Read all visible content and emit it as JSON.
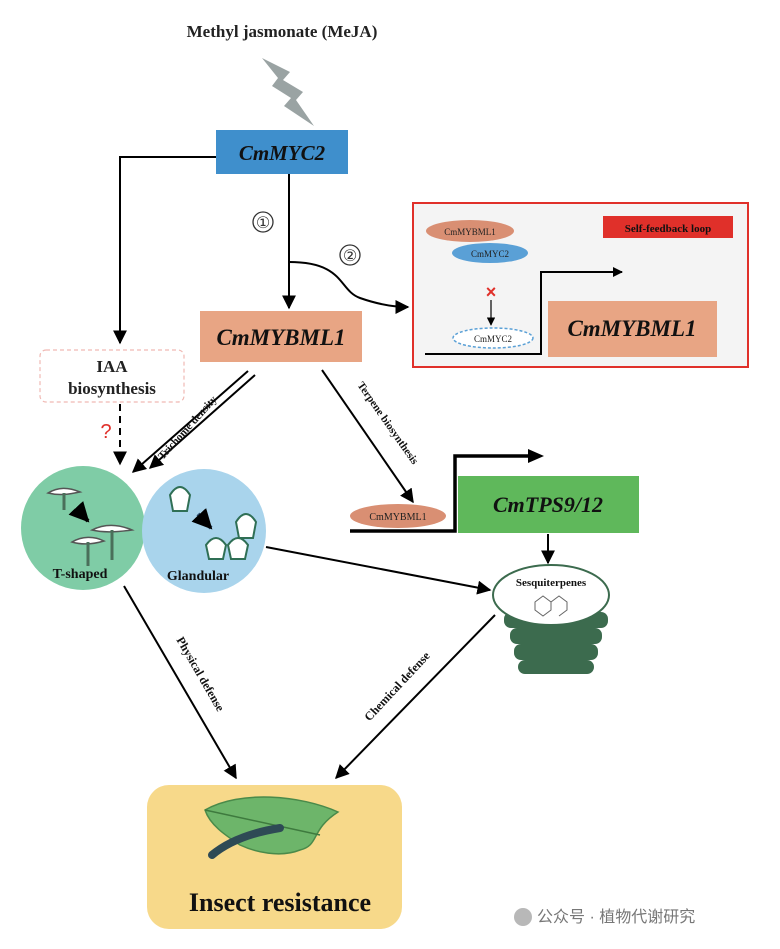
{
  "title": "Methyl jasmonate (MeJA)",
  "nodes": {
    "cmmyc2": "CmMYC2",
    "cmmybml1": "CmMYBML1",
    "iaa_line1": "IAA",
    "iaa_line2": "biosynthesis",
    "question_mark": "?",
    "cmtps": "CmTPS9/12",
    "promoter_label": "CmMYBML1",
    "t_shaped": "T-shaped",
    "glandular": "Glandular",
    "sesquiterpenes": "Sesquiterpenes",
    "insect_resistance": "Insect resistance"
  },
  "steps": {
    "one": "①",
    "two": "②"
  },
  "feedback": {
    "title": "Self-feedback loop",
    "oval_top": "CmMYBML1",
    "oval_mid": "CmMYC2",
    "oval_bottom": "CmMYC2",
    "cross": "×",
    "gene": "CmMYBML1"
  },
  "edge_labels": {
    "trichome_density": "Trichome density",
    "terpene_biosynthesis": "Terpene biosynthesis",
    "physical_defense": "Physical defense",
    "chemical_defense": "Chemical defense"
  },
  "watermark": "公众号 · 植物代谢研究",
  "colors": {
    "myc2_blue": "#3f8fcc",
    "mybml1_salmon": "#e8a584",
    "tps_green": "#5fb85b",
    "feedback_red": "#e0302a",
    "trichome_green": "#7fcca6",
    "glandular_blue": "#a9d4ec",
    "insect_box": "#f7d98a"
  }
}
